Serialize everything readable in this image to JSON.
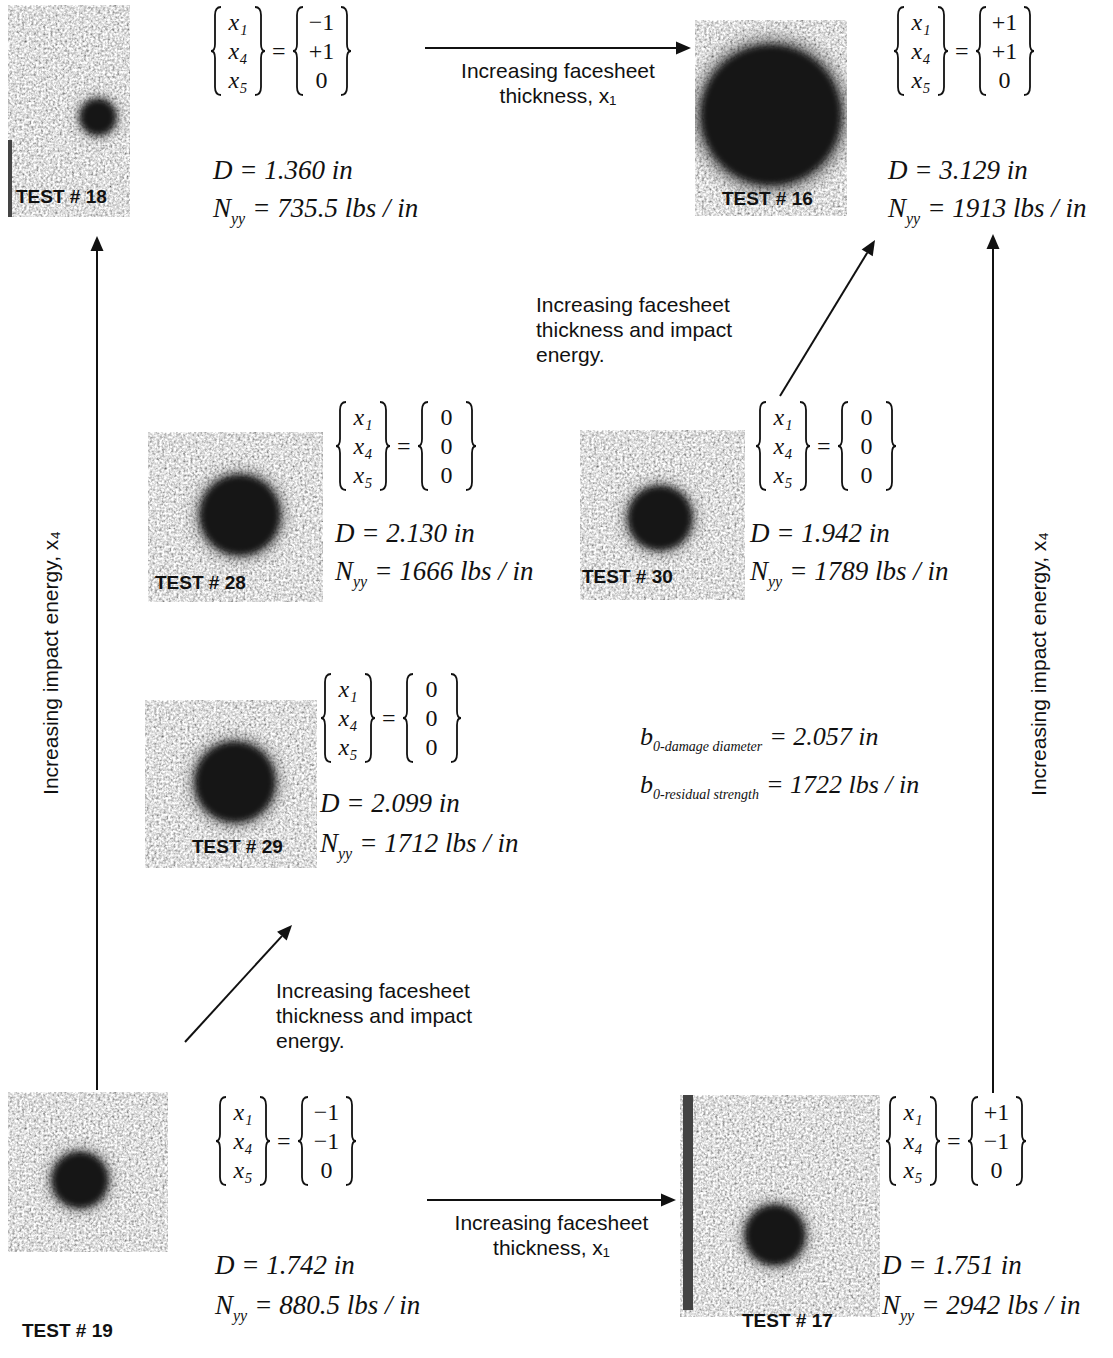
{
  "diagram": {
    "nodes": [
      {
        "text": [
          "TEST # 18",
          "x₁",
          "x₄",
          "x₅",
          "=",
          "−1",
          "+1",
          "0",
          "D = 1.360 in",
          "N",
          "yy",
          "= 735.5 lbs / in"
        ]
      },
      {
        "text": [
          "TEST # 16",
          "x₁",
          "x₄",
          "x₅",
          "=",
          "+1",
          "+1",
          "0",
          "D = 3.129 in",
          "N",
          "yy",
          "= 1913 lbs / in"
        ]
      },
      {
        "text": [
          "TEST # 28",
          "x₁",
          "x₄",
          "x₅",
          "=",
          "0",
          "0",
          "0",
          "D = 2.130 in",
          "N",
          "yy",
          "= 1666 lbs / in"
        ]
      },
      {
        "text": [
          "TEST # 30",
          "x₁",
          "x₄",
          "x₅",
          "=",
          "0",
          "0",
          "0",
          "D = 1.942 in",
          "N",
          "yy",
          "= 1789 lbs / in"
        ]
      },
      {
        "text": [
          "TEST # 29",
          "x₁",
          "x₄",
          "x₅",
          "=",
          "0",
          "0",
          "0",
          "D = 2.099 in",
          "N",
          "yy",
          "= 1712 lbs / in"
        ]
      },
      {
        "text": [
          "TEST # 19",
          "x₁",
          "x₄",
          "x₅",
          "=",
          "−1",
          "−1",
          "0",
          "D = 1.742 in",
          "N",
          "yy",
          "= 880.5 lbs / in"
        ]
      },
      {
        "text": [
          "TEST # 17",
          "x₁",
          "x₄",
          "x₅",
          "=",
          "+1",
          "−1",
          "0",
          "D = 1.751 in",
          "N",
          "yy",
          "= 2942 lbs / in"
        ]
      }
    ],
    "edges": [
      {
        "from": 0,
        "to": 1,
        "arrow": "to",
        "label": "Increasing facesheet thickness, x₁"
      },
      {
        "from": 5,
        "to": 0,
        "arrow": "to",
        "label": "Increasing impact energy, x₄"
      },
      {
        "from": 6,
        "to": 1,
        "arrow": "to",
        "label": "Increasing impact energy, x₄"
      },
      {
        "from": 3,
        "to": 1,
        "arrow": "to",
        "label": "Increasing facesheet thickness and impact energy."
      },
      {
        "from": 5,
        "to": 4,
        "arrow": "to",
        "label": "Increasing facesheet thickness and impact energy."
      },
      {
        "from": 5,
        "to": 6,
        "arrow": "to",
        "label": "Increasing facesheet thickness, x₁"
      }
    ],
    "labels": [
      "b",
      "0-damage diameter",
      "= 2.057 in",
      "b",
      "0-residual strength",
      "= 1722 lbs / in"
    ]
  }
}
